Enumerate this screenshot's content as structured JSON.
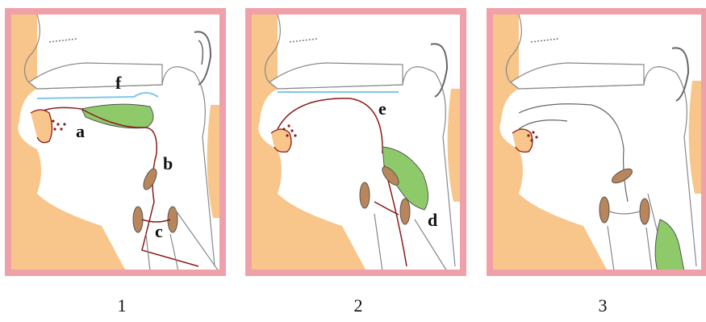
{
  "panels": [
    {
      "caption": "1",
      "labels": [
        "f",
        "a",
        "b",
        "c"
      ]
    },
    {
      "caption": "2",
      "labels": [
        "e",
        "d"
      ]
    },
    {
      "caption": "3",
      "labels": []
    }
  ],
  "colors": {
    "frame": "#f0a0a8",
    "skin": "#f8c58a",
    "bolus": "#8fca6a",
    "tract_outline": "#8b1a1a",
    "palate_line": "#7ec8e8",
    "cartilage": "#b8865a"
  }
}
